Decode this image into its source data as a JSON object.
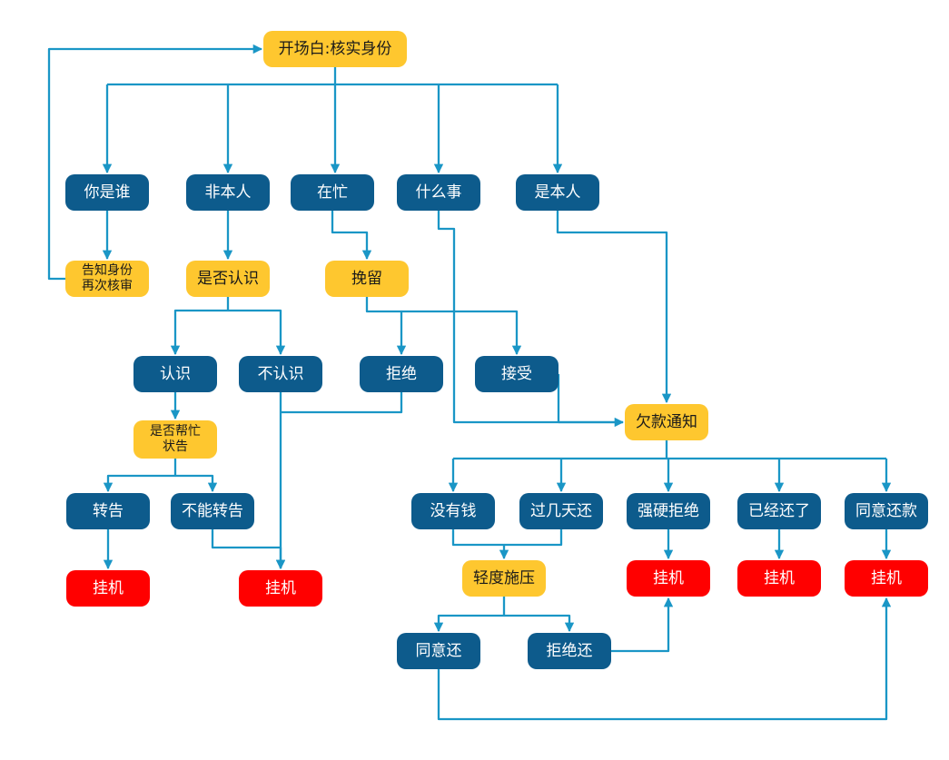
{
  "colors": {
    "process": "#0d5b8c",
    "decision": "#fec72f",
    "terminal": "#ff0000",
    "connector": "#1a96c6"
  },
  "nodes": {
    "opening": "开场白:核实身份",
    "who_are_you": "你是谁",
    "not_self": "非本人",
    "busy": "在忙",
    "what_matter": "什么事",
    "is_self": "是本人",
    "inform_identity": "告知身份\n再次核审",
    "know_or_not": "是否认识",
    "retain": "挽留",
    "know": "认识",
    "not_know": "不认识",
    "refuse": "拒绝",
    "accept": "接受",
    "help_relay": "是否帮忙\n状告",
    "relay": "转告",
    "cannot_relay": "不能转告",
    "hangup_1": "挂机",
    "hangup_2": "挂机",
    "arrears_notice": "欠款通知",
    "no_money": "没有钱",
    "pay_later": "过几天还",
    "hard_refuse": "强硬拒绝",
    "already_paid": "已经还了",
    "agree_pay": "同意还款",
    "light_pressure": "轻度施压",
    "hangup_3": "挂机",
    "hangup_4": "挂机",
    "hangup_5": "挂机",
    "agree_return": "同意还",
    "refuse_return": "拒绝还"
  }
}
